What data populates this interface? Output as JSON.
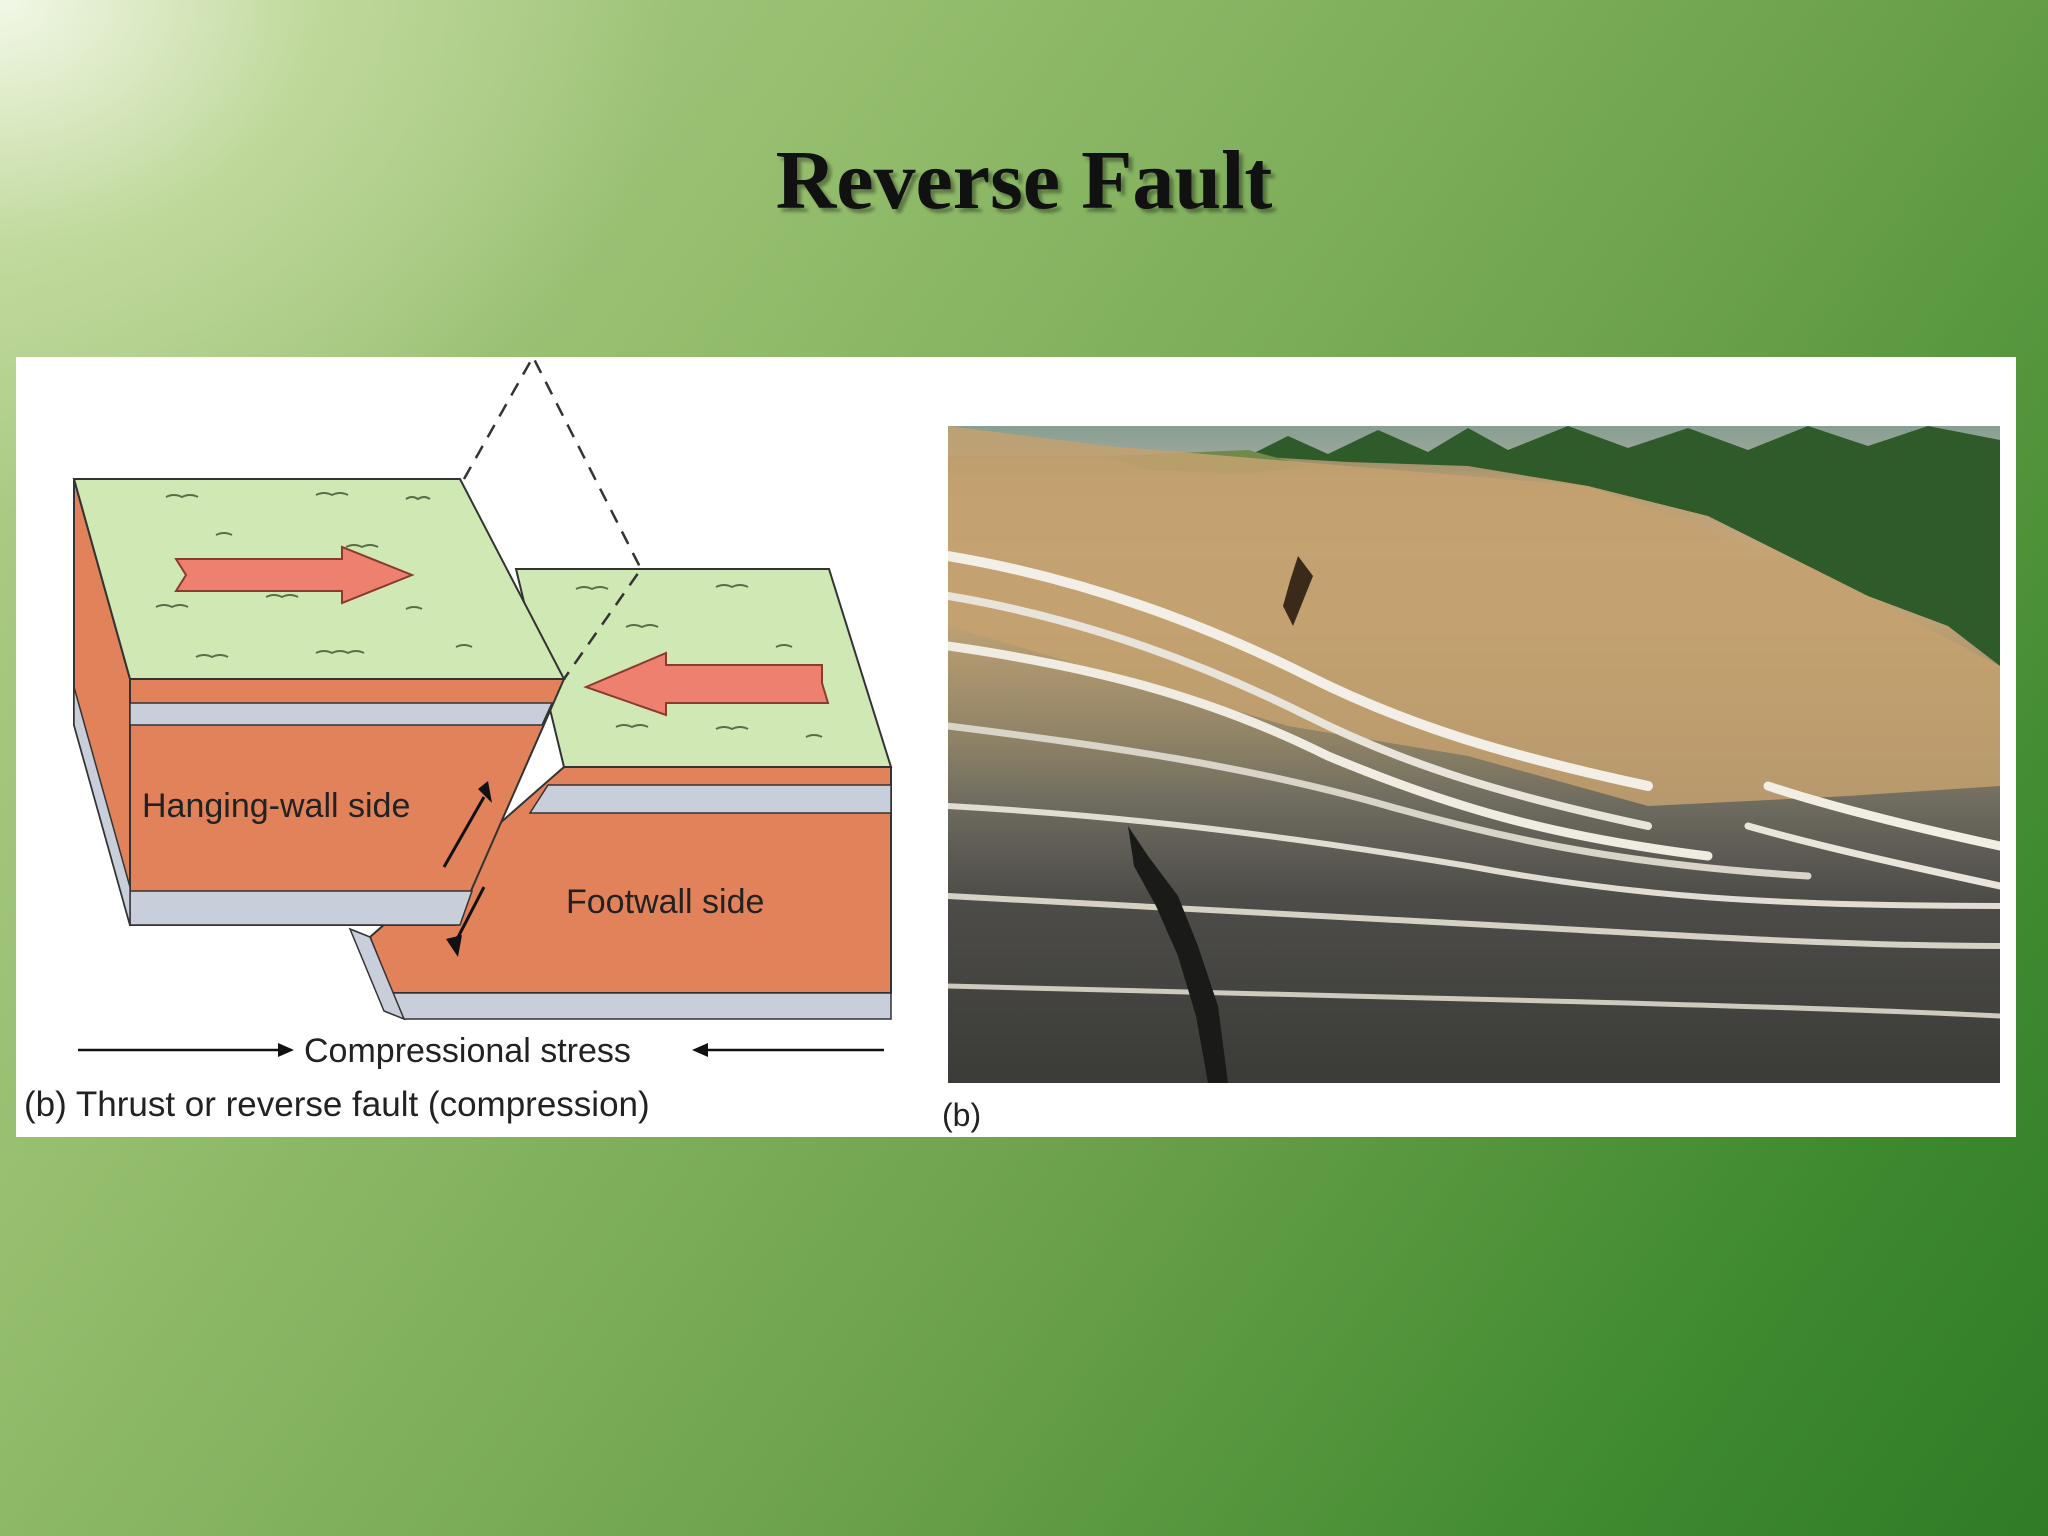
{
  "slide": {
    "title": "Reverse Fault"
  },
  "diagram": {
    "hanging_wall_label": "Hanging-wall side",
    "footwall_label": "Footwall side",
    "stress_label": "Compressional stress",
    "caption": "(b) Thrust or reverse fault (compression)"
  },
  "photo": {
    "caption": "(b)"
  },
  "colors": {
    "surface": "#cfe8b4",
    "rock_layer": "#e2825b",
    "thin_layer": "#c9cedb",
    "arrow": "#ee8070"
  }
}
